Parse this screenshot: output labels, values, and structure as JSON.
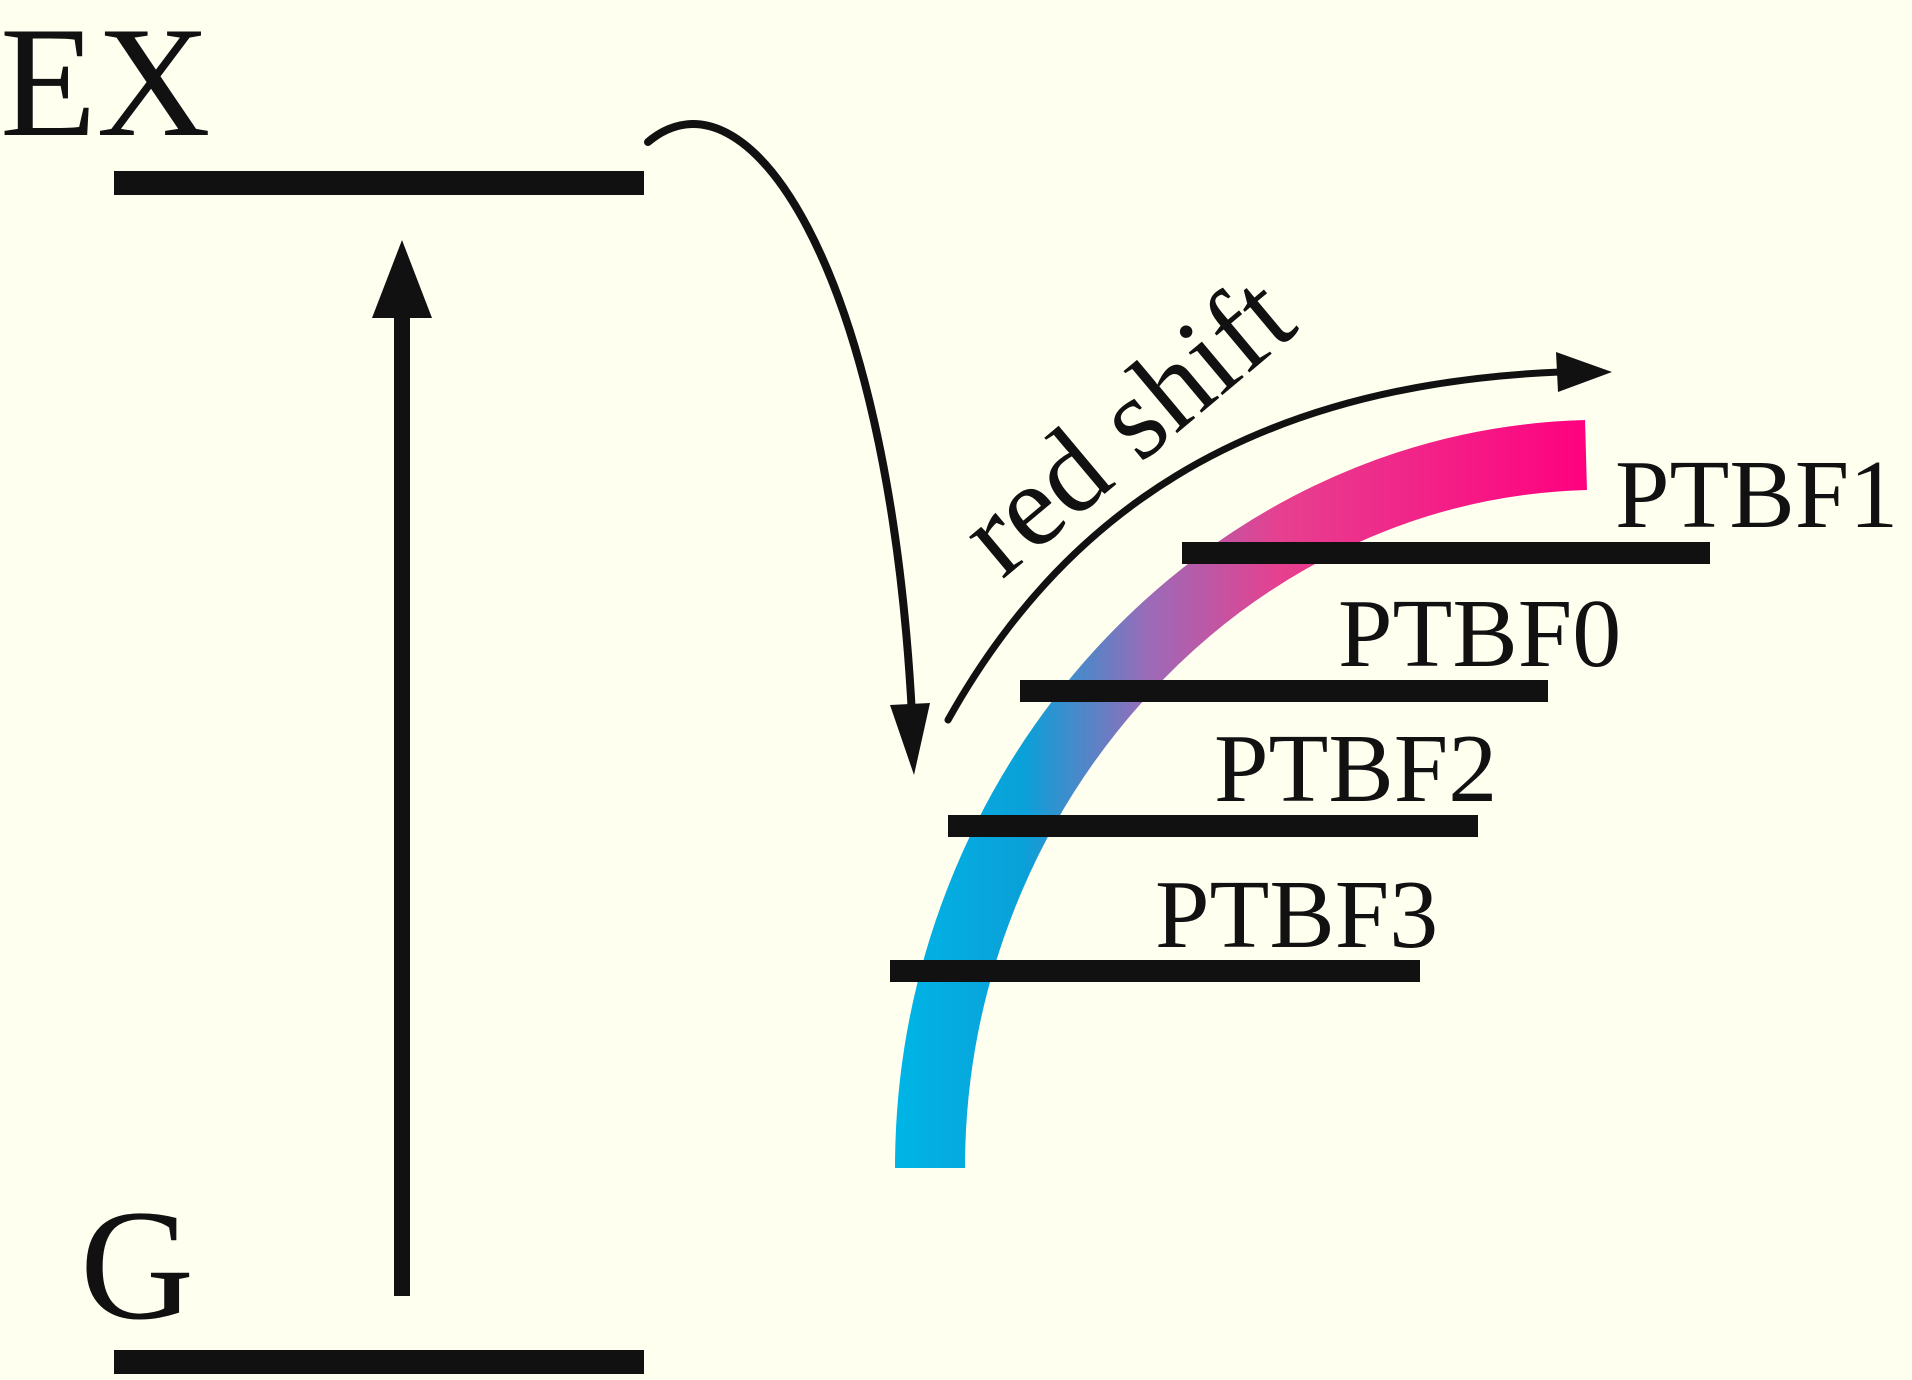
{
  "diagram": {
    "excited_label": "EX",
    "ground_label": "G",
    "shift_label": "red shift",
    "levels": [
      {
        "id": "ptbf1",
        "label": "PTBF1"
      },
      {
        "id": "ptbf0",
        "label": "PTBF0"
      },
      {
        "id": "ptbf2",
        "label": "PTBF2"
      },
      {
        "id": "ptbf3",
        "label": "PTBF3"
      }
    ]
  },
  "colors": {
    "background": "#fffff0",
    "ink": "#111111",
    "gradient_start": "#00b4e6",
    "gradient_mid": "#9b6bb8",
    "gradient_end": "#ff007f"
  }
}
